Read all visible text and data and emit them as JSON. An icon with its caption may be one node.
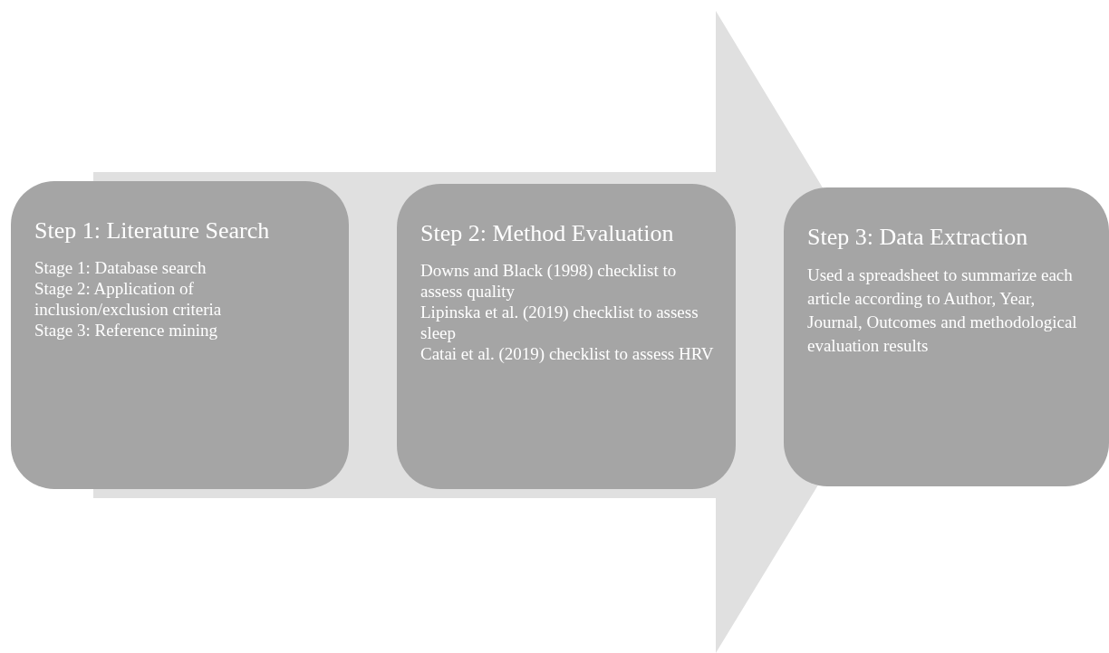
{
  "diagram": {
    "nodes": [
      {
        "text": [
          "Step 1: Literature Search",
          "Stage 1: Database search",
          "Stage 2: Application of inclusion/exclusion criteria",
          "Stage 3: Reference mining"
        ]
      },
      {
        "text": [
          "Step 2: Method Evaluation",
          "Downs and Black (1998) checklist to assess quality",
          "Lipinska et al. (2019) checklist to assess sleep",
          "Catai et al. (2019) checklist to assess HRV"
        ]
      },
      {
        "text": [
          "Step 3: Data Extraction",
          "Used a spreadsheet to summarize each article according to Author, Year, Journal, Outcomes and methodological evaluation results"
        ]
      }
    ],
    "edges": [
      {
        "from": 0,
        "to": 2,
        "arrow": "to"
      }
    ]
  }
}
